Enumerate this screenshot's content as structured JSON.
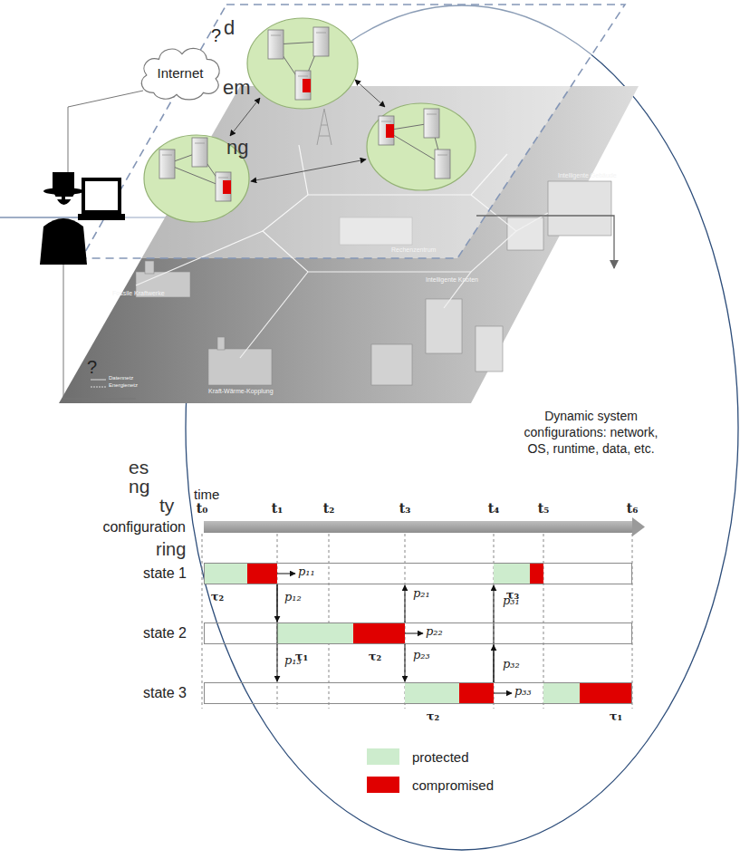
{
  "diagram": {
    "nodes": [
      {
        "text": [
          "Internet"
        ]
      },
      {
        "text": [
          "configuration"
        ]
      },
      {
        "text": [
          "state 1"
        ]
      },
      {
        "text": [
          "state 2"
        ]
      },
      {
        "text": [
          "state 3"
        ]
      }
    ],
    "edges": [
      {
        "from": 2,
        "to": 3,
        "label": "p₁₂",
        "arrow": "to"
      },
      {
        "from": 2,
        "to": 4,
        "label": "p₁₃",
        "arrow": "to"
      },
      {
        "from": 3,
        "to": 2,
        "label": "p₂₁",
        "arrow": "to"
      },
      {
        "from": 3,
        "to": 4,
        "label": "p₂₃",
        "arrow": "to"
      },
      {
        "from": 4,
        "to": 2,
        "label": "p₃₁",
        "arrow": "to"
      },
      {
        "from": 4,
        "to": 3,
        "label": "p₃₂",
        "arrow": "to"
      }
    ],
    "labels": [
      "d",
      "?",
      "em",
      "ng",
      "Intelligente Gebäude",
      "Rechenzentrum",
      "Fossile Kraftwerke",
      "Intelligente Knoten",
      "?",
      "Datennetz",
      "Energienetz",
      "Kraft-Wärme-Kopplung",
      "Dynamic system configurations: network, OS, runtime, data, etc.",
      "es",
      "ng",
      "ty",
      "time",
      "t₀",
      "t₁",
      "t₂",
      "t₃",
      "t₄",
      "t₅",
      "t₆",
      "ring",
      "p₁₁",
      "τ₂",
      "τ₃",
      "τ₁",
      "τ₂",
      "p₂₂",
      "p₃₃",
      "τ₂",
      "τ₁"
    ],
    "legend": [
      {
        "text": "protected",
        "color": "#cdeccd"
      },
      {
        "text": "compromised",
        "color": "#e00000"
      }
    ]
  }
}
